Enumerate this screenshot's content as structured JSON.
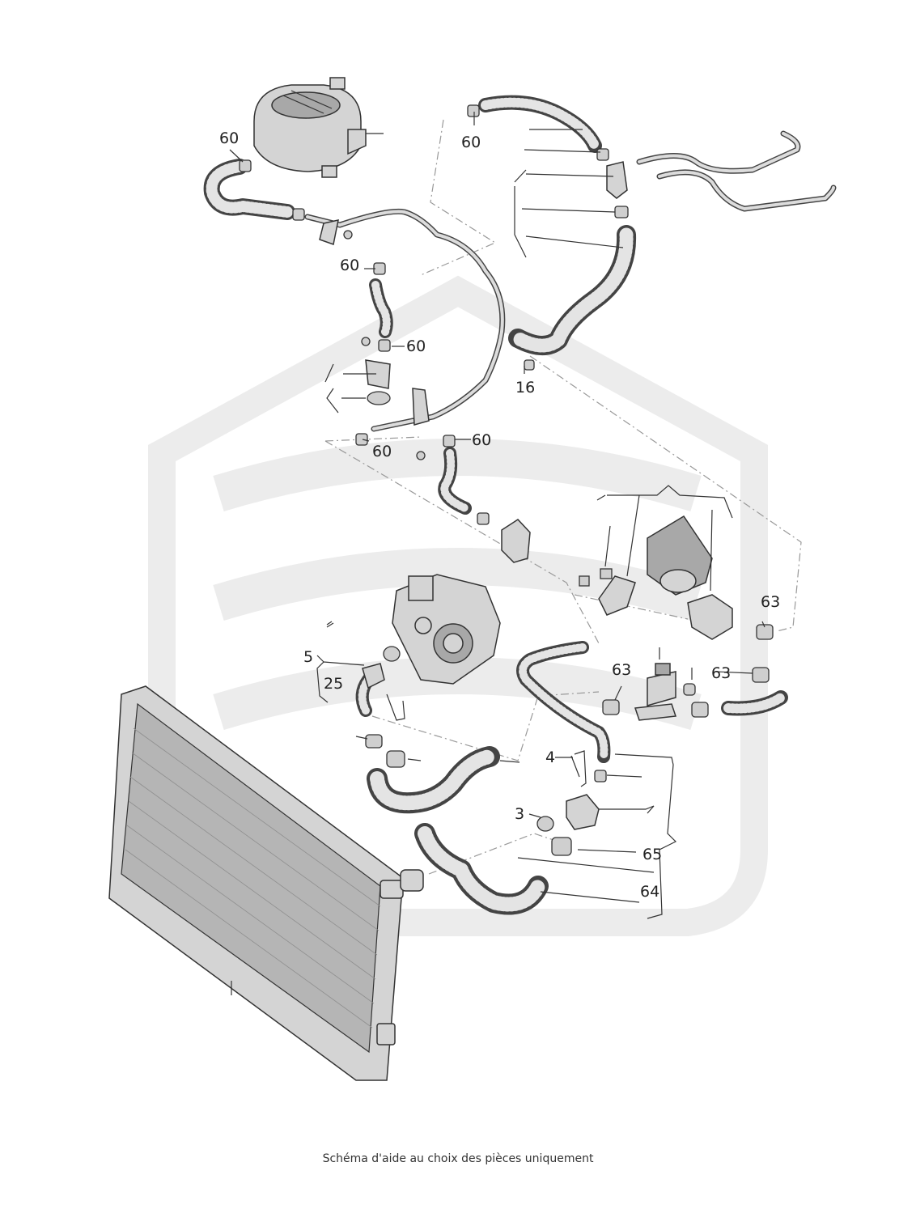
{
  "caption": "Schéma d'aide au choix des pièces uniquement",
  "callouts": {
    "c60_tank": "60",
    "c60_top": "60",
    "c60_mid1": "60",
    "c60_mid2": "60",
    "c60_low1": "60",
    "c60_low2": "60",
    "c16": "16",
    "c63_right": "63",
    "c63_midA": "63",
    "c63_midB": "63",
    "c5": "5",
    "c25": "25",
    "c4": "4",
    "c3": "3",
    "c65": "65",
    "c64": "64"
  },
  "colors": {
    "watermark": "#ececec",
    "hose_fill": "#cfcfcf",
    "radiator": "#c9c9c9",
    "line": "#333333"
  },
  "icons": {
    "watermark": "brand-watermark-icon"
  }
}
